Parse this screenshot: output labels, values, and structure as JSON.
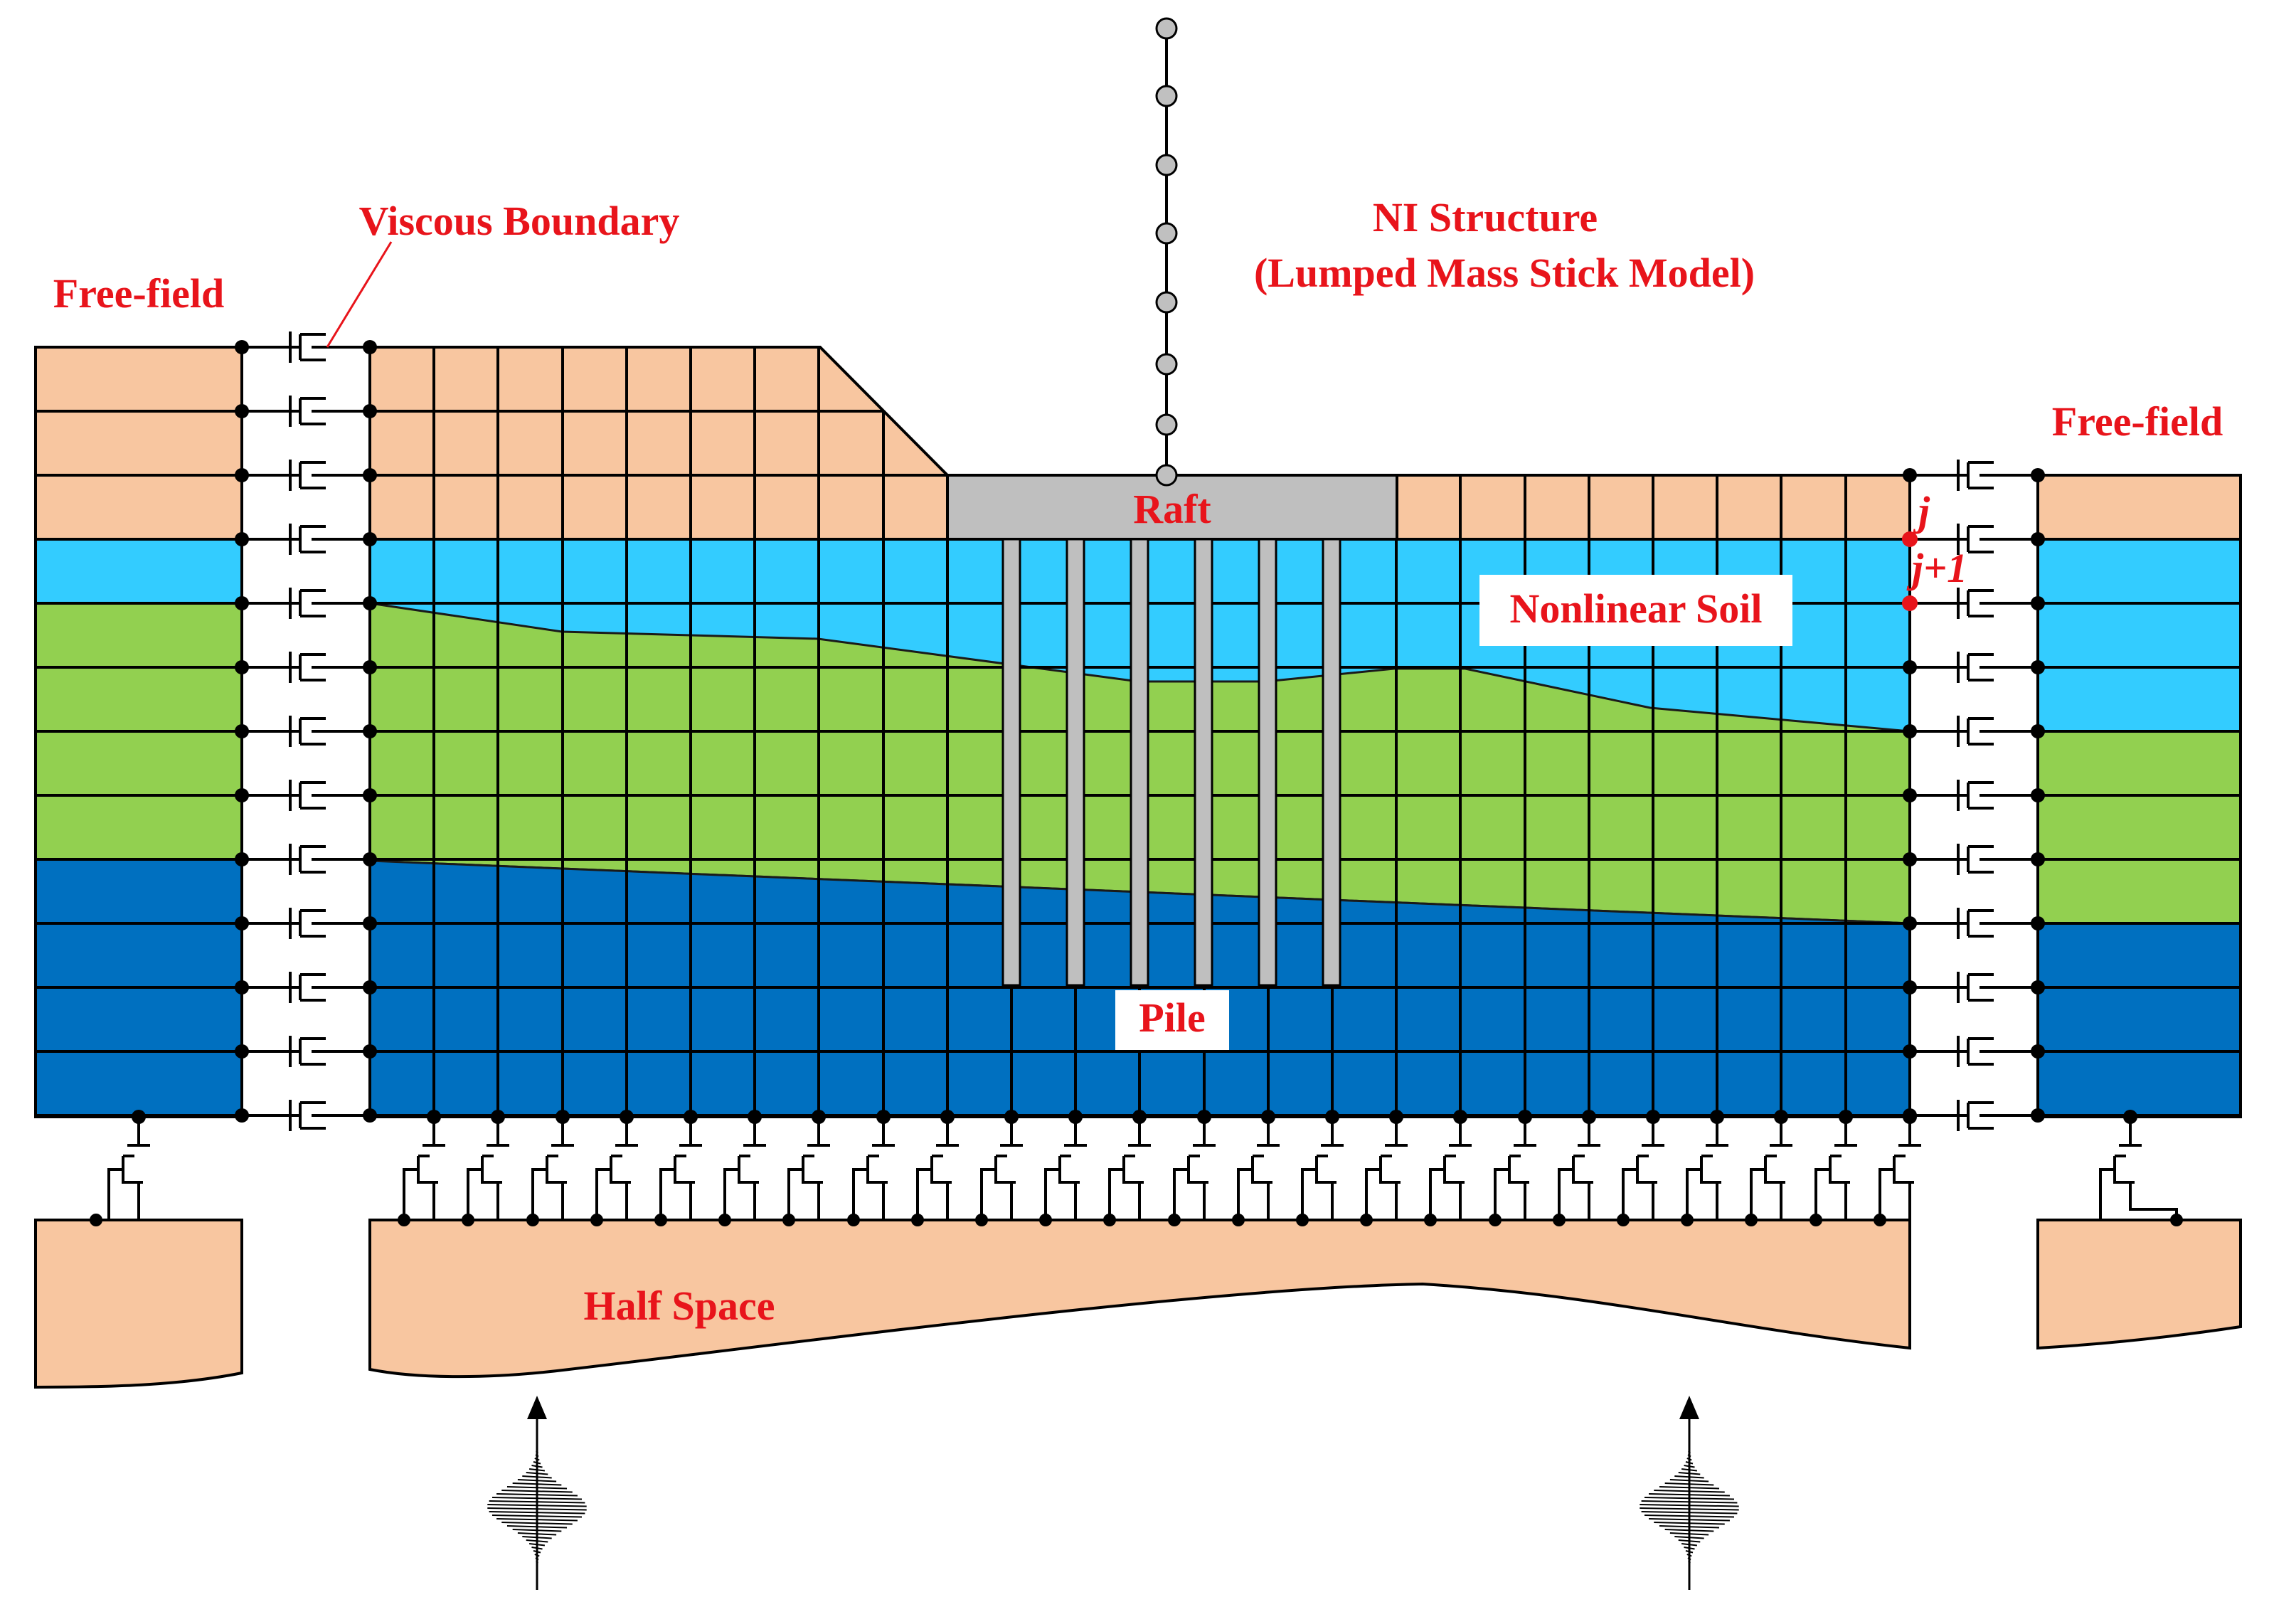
{
  "labels": {
    "viscous_boundary": "Viscous Boundary",
    "free_field_left": "Free-field",
    "free_field_right": "Free-field",
    "ni_structure": "NI Structure",
    "ni_structure_sub": "(Lumped Mass Stick Model)",
    "raft": "Raft",
    "nonlinear_soil": "Nonlinear Soil",
    "pile": "Pile",
    "half_space": "Half Space",
    "node_j": "j",
    "node_j1": "j+1"
  },
  "colors": {
    "surface_soil": "#f8c6a0",
    "cyan_layer": "#33ccff",
    "green_layer": "#92d050",
    "blue_layer": "#0070c0",
    "raft": "#bfbfbf",
    "pile": "#bfbfbf",
    "label_red": "#e8141b",
    "node": "#000000",
    "stick_node": "#c0c0c0"
  }
}
